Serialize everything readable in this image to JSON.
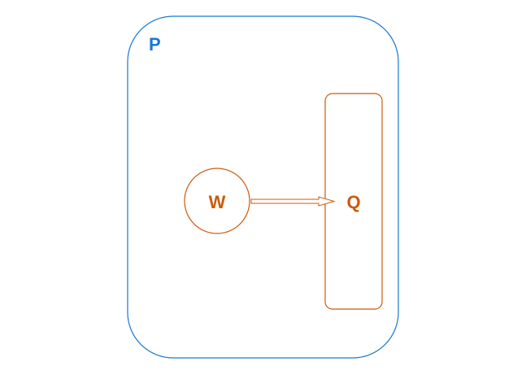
{
  "labels": {
    "container": "P",
    "circle": "W",
    "rect": "Q"
  },
  "colors": {
    "container_stroke": "#1a78d4",
    "container_label": "#1a78d4",
    "shape_stroke": "#cc5a0a",
    "shape_label": "#cc5a0a",
    "background": "#ffffff"
  }
}
